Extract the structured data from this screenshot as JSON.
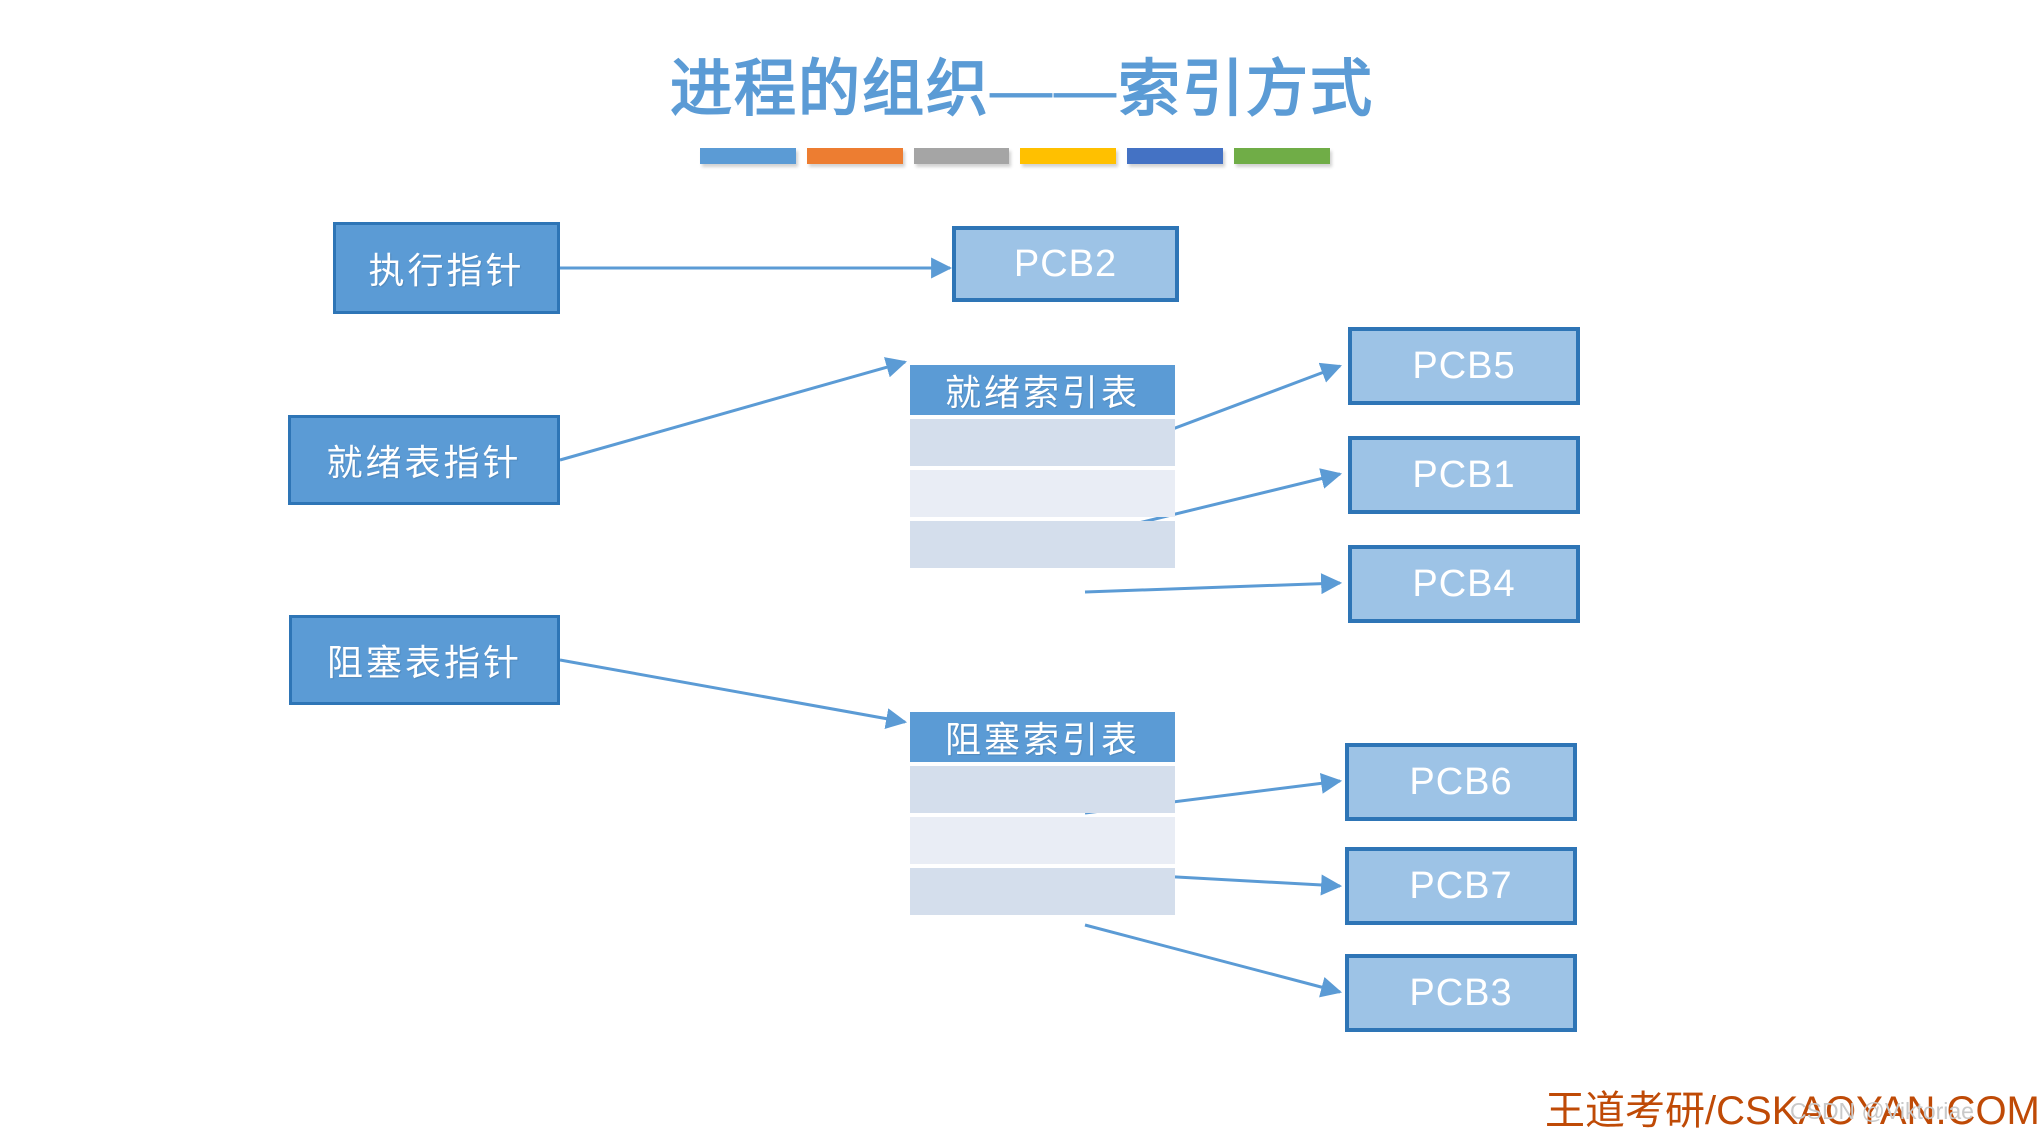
{
  "slide": {
    "title": "进程的组织——索引方式",
    "accent_color": "#5B9BD5",
    "background": "#ffffff",
    "title_bars": [
      {
        "name": "bar-blue",
        "color": "#5B9BD5"
      },
      {
        "name": "bar-orange",
        "color": "#ED7D31"
      },
      {
        "name": "bar-gray",
        "color": "#A5A5A5"
      },
      {
        "name": "bar-yellow",
        "color": "#FFC000"
      },
      {
        "name": "bar-dark-blue",
        "color": "#4472C4"
      },
      {
        "name": "bar-green",
        "color": "#70AD47"
      }
    ]
  },
  "pointers": {
    "running": "执行指针",
    "ready": "就绪表指针",
    "blocked": "阻塞表指针"
  },
  "tables": {
    "ready": {
      "header": "就绪索引表",
      "rows": [
        "",
        "",
        ""
      ]
    },
    "blocked": {
      "header": "阻塞索引表",
      "rows": [
        "",
        "",
        ""
      ]
    }
  },
  "pcbs": {
    "running": "PCB2",
    "ready": [
      "PCB5",
      "PCB1",
      "PCB4"
    ],
    "blocked": [
      "PCB6",
      "PCB7",
      "PCB3"
    ]
  },
  "footer": {
    "brand_cn": "王道考研",
    "brand_sep": "/",
    "brand_en": "CSKAOYAN.COM",
    "brand_color": "#BF4A06",
    "watermark": "CSDN @Viktoriae"
  }
}
